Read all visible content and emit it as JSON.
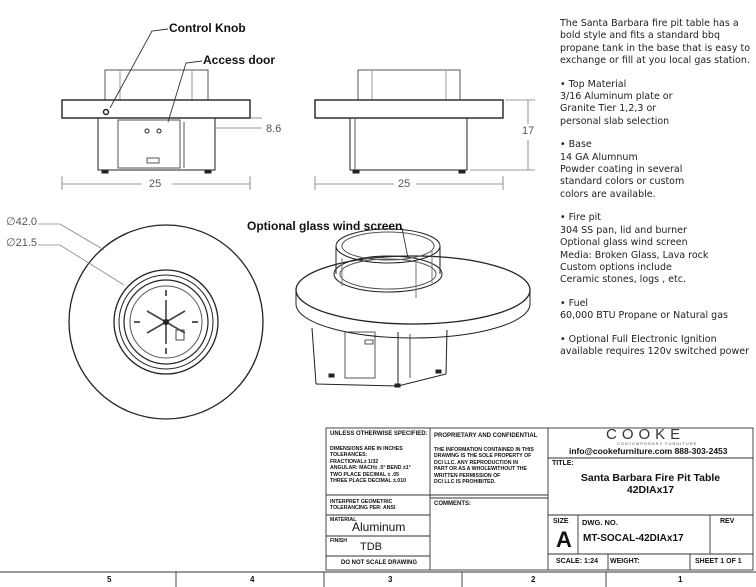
{
  "labels": {
    "control_knob": "Control Knob",
    "access_door": "Access door",
    "wind_screen": "Optional glass wind screen"
  },
  "dimensions": {
    "front_width": "25",
    "side_width": "25",
    "inset": "8.6",
    "height": "17",
    "outer_diameter": "∅42.0",
    "inner_diameter": "∅21.5"
  },
  "description": {
    "intro": [
      "The Santa Barbara fire pit table has a",
      "bold style and fits a standard bbq",
      "propane tank in the base that is easy to",
      "exchange or fill at you local gas station."
    ],
    "top_material": [
      "• Top Material",
      "3/16 Aluminum plate or",
      "Granite Tier 1,2,3 or",
      "personal slab selection"
    ],
    "base": [
      "• Base",
      "14 GA Alumnum",
      "Powder coating in several",
      "standard colors or custom",
      "colors are available."
    ],
    "fire_pit": [
      "• Fire pit",
      "304 SS pan, lid and burner",
      "Optional glass wind screen",
      "Media: Broken Glass, Lava rock",
      "Custom options include",
      "Ceramic stones, logs , etc."
    ],
    "fuel": [
      "• Fuel",
      "60,000 BTU Propane or Natural gas"
    ],
    "ignition": [
      "•  Optional Full Electronic Ignition",
      "available requires 120v switched power"
    ]
  },
  "title_block": {
    "unless_specified": "UNLESS OTHERWISE SPECIFIED:",
    "tolerances": [
      "DIMENSIONS ARE IN INCHES",
      "TOLERANCES:",
      "FRACTIONAL± 1/32",
      "ANGULAR: MACH± .5° BEND ±1°",
      "TWO PLACE DECIMAL    ± .05",
      "THREE PLACE DECIMAL  ±.010"
    ],
    "interpret": [
      "INTERPRET GEOMETRIC",
      "TOLERANCING PER: ANSI"
    ],
    "material_label": "MATERIAL",
    "material": "Aluminum",
    "finish_label": "FINISH",
    "finish": "TDB",
    "do_not_scale": "DO NOT SCALE DRAWING",
    "proprietary": "PROPRIETARY AND CONFIDENTIAL",
    "proprietary_text": [
      "THE INFORMATION CONTAINED IN THIS",
      "DRAWING IS THE SOLE PROPERTY OF",
      "DCI LLC.  ANY REPRODUCTION IN",
      "PART OR AS A WHOLEWITHOUT THE",
      "WRITTEN PERMISSION OF",
      "DCI LLC IS PROHIBITED."
    ],
    "comments": "COMMENTS:",
    "company": "COOKE",
    "company_tagline": "CONTEMPORARY FURNITURE",
    "contact": "info@cookefurniture.com 888-303-2453",
    "title_label": "TITLE:",
    "title": [
      "Santa Barbara Fire Pit Table",
      "42DIAx17"
    ],
    "size_label": "SIZE",
    "size": "A",
    "dwg_label": "DWG.  NO.",
    "dwg_no": "MT-SOCAL-42DIAx17",
    "rev_label": "REV",
    "scale": "SCALE: 1:24",
    "weight": "WEIGHT:",
    "sheet": "SHEET 1 OF 1"
  },
  "zones": [
    "5",
    "4",
    "3",
    "2",
    "1"
  ]
}
